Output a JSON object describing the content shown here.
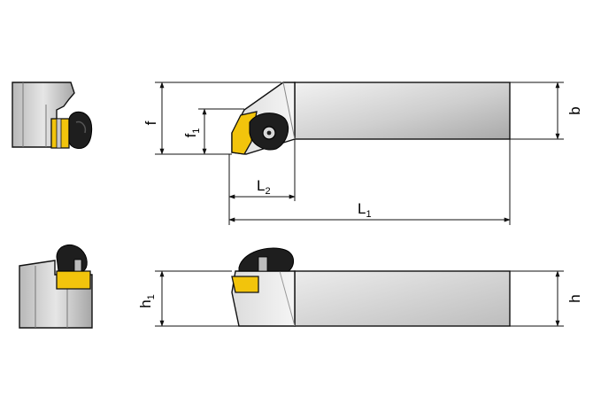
{
  "labels": {
    "f": "f",
    "f1_main": "f",
    "f1_sub": "1",
    "b": "b",
    "L2_main": "L",
    "L2_sub": "2",
    "L1_main": "L",
    "L1_sub": "1",
    "h1_main": "h",
    "h1_sub": "1",
    "h": "h"
  },
  "colors": {
    "steel_light": "#e9e9e9",
    "steel_mid": "#c4c4c4",
    "steel_dark": "#8f8f8f",
    "insert_yellow": "#f2c40c",
    "clamp_black": "#1e1e1e",
    "outline": "#111111"
  }
}
